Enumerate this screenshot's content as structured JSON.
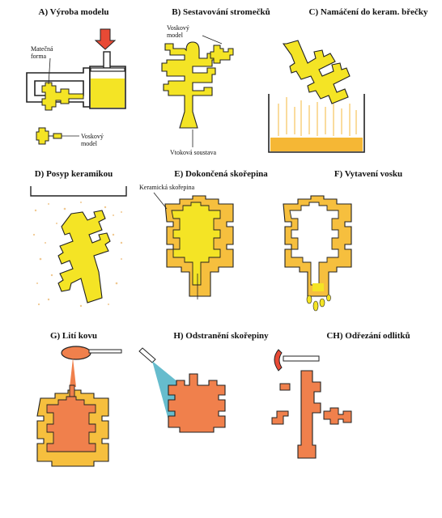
{
  "panels": [
    {
      "title": "A) Výroba modelu",
      "labels": {
        "die": "Matečná\nforma",
        "model": "Voskový\nmodel"
      }
    },
    {
      "title": "B) Sestavování stromečků",
      "labels": {
        "model": "Voskový\nmodel",
        "sprue": "Vtoková soustava"
      }
    },
    {
      "title": "C) Namáčení do keram. břečky"
    },
    {
      "title": "D) Posyp keramikou"
    },
    {
      "title": "E) Dokončená skořepina",
      "labels": {
        "shell": "Keramická skořepina"
      }
    },
    {
      "title": "F) Vytavení vosku"
    },
    {
      "title": "G) Lití kovu"
    },
    {
      "title": "H) Odstranění skořepiny"
    },
    {
      "title": "CH) Odřezání odlitků"
    }
  ],
  "colors": {
    "wax": "#f4e425",
    "slurry": "#f5b735",
    "shell": "#f6bf3e",
    "metal": "#f0804c",
    "spray": "#4bb0c4",
    "arrow": "#e84a35",
    "outline": "#222222",
    "stucco": "#f0c890"
  }
}
